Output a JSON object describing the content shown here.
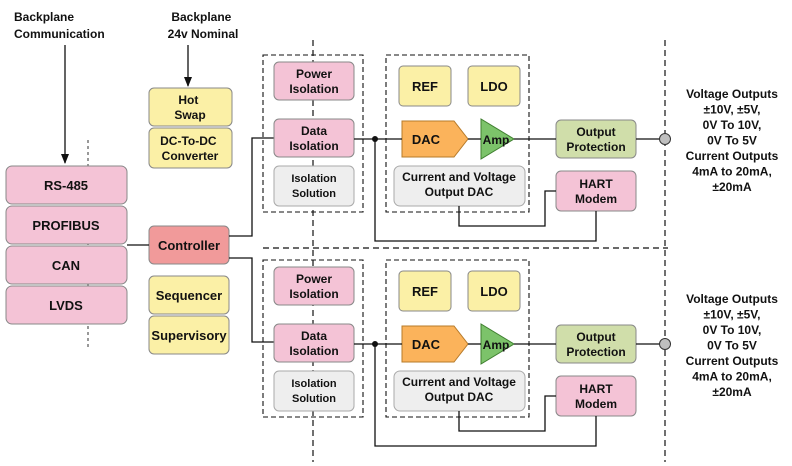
{
  "labels": {
    "backplane_comm": [
      "Backplane",
      "Communication"
    ],
    "backplane_24v": [
      "Backplane",
      "24v Nominal"
    ]
  },
  "left_bus": [
    "RS-485",
    "PROFIBUS",
    "CAN",
    "LVDS"
  ],
  "power_blocks": {
    "hot_swap": [
      "Hot",
      "Swap"
    ],
    "dc_dc": [
      "DC-To-DC",
      "Converter"
    ]
  },
  "controller": "Controller",
  "sequencer": "Sequencer",
  "supervisory": "Supervisory",
  "channels": [
    {
      "power_isolation": [
        "Power",
        "Isolation"
      ],
      "data_isolation": [
        "Data",
        "Isolation"
      ],
      "isolation_solution": [
        "Isolation",
        "Solution"
      ],
      "ref": "REF",
      "ldo": "LDO",
      "dac": "DAC",
      "amp": "Amp",
      "dac_caption": [
        "Current and Voltage",
        "Output DAC"
      ],
      "output_protection": [
        "Output",
        "Protection"
      ],
      "hart_modem": [
        "HART",
        "Modem"
      ],
      "outputs_text": [
        "Voltage Outputs",
        "±10V, ±5V,",
        "0V To 10V,",
        "0V To 5V",
        "Current Outputs",
        "4mA to 20mA,",
        "±20mA"
      ]
    },
    {
      "power_isolation": [
        "Power",
        "Isolation"
      ],
      "data_isolation": [
        "Data",
        "Isolation"
      ],
      "isolation_solution": [
        "Isolation",
        "Solution"
      ],
      "ref": "REF",
      "ldo": "LDO",
      "dac": "DAC",
      "amp": "Amp",
      "dac_caption": [
        "Current and Voltage",
        "Output DAC"
      ],
      "output_protection": [
        "Output",
        "Protection"
      ],
      "hart_modem": [
        "HART",
        "Modem"
      ],
      "outputs_text": [
        "Voltage Outputs",
        "±10V, ±5V,",
        "0V To 10V,",
        "0V To 5V",
        "Current Outputs",
        "4mA to 20mA,",
        "±20mA"
      ]
    }
  ],
  "colors": {
    "pink": "#f4c3d6",
    "yellow": "#fbf0a6",
    "gray": "#eeeeee",
    "orange": "#fbb35b",
    "green": "#7cc36a",
    "olive": "#d0deaa",
    "red": "#f19a9a",
    "terminal": "#bfbfbf"
  }
}
